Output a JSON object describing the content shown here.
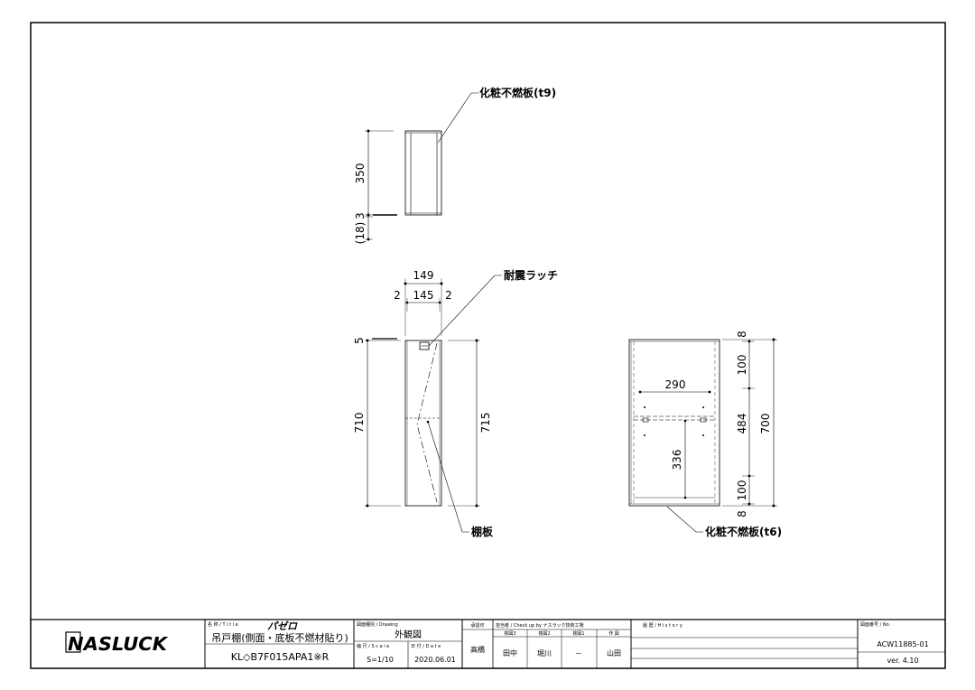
{
  "drawing": {
    "top_view": {
      "label": "化粧不燃板(t9)",
      "dims": {
        "d350": "350",
        "d3": "3",
        "d18": "(18)"
      }
    },
    "side_view": {
      "latch_label": "耐震ラッチ",
      "shelf_label": "棚板",
      "dims": {
        "d149": "149",
        "d2a": "2",
        "d145": "145",
        "d2b": "2",
        "d5": "5",
        "d710": "710",
        "d715": "715"
      }
    },
    "front_view": {
      "label": "化粧不燃板(t6)",
      "dims": {
        "d8a": "8",
        "d100a": "100",
        "d290": "290",
        "d484": "484",
        "d700": "700",
        "d336": "336",
        "d100b": "100",
        "d8b": "8"
      }
    }
  },
  "title_block": {
    "logo": "NASLUCK",
    "name_caption": "名 称 / T i t l e",
    "name": "パゼロ",
    "subtitle": "吊戸棚(側面・底板不燃材貼り)",
    "model": "KL◇B7F015APA1※R",
    "drawing_caption": "図面種別 / Drawing",
    "drawing_type": "外観図",
    "scale_caption": "縮 尺 / S c a l e",
    "scale": "S=1/10",
    "date_caption": "日 付 / D a t e",
    "date": "2020.06.01",
    "approval_caption": "承認印",
    "approver": "高橋",
    "check_caption": "担当者 / Check up by ナスラック技術工場",
    "check_headers": [
      "検図3",
      "検図2",
      "検図1",
      "作 図"
    ],
    "check_names": [
      "田中",
      "堀川",
      "－",
      "山田"
    ],
    "history_caption": "履 歴 / H i s t o r y",
    "no_caption": "図面番号 / No.",
    "number": "ACW11885-01",
    "version": "ver. 4.10"
  }
}
